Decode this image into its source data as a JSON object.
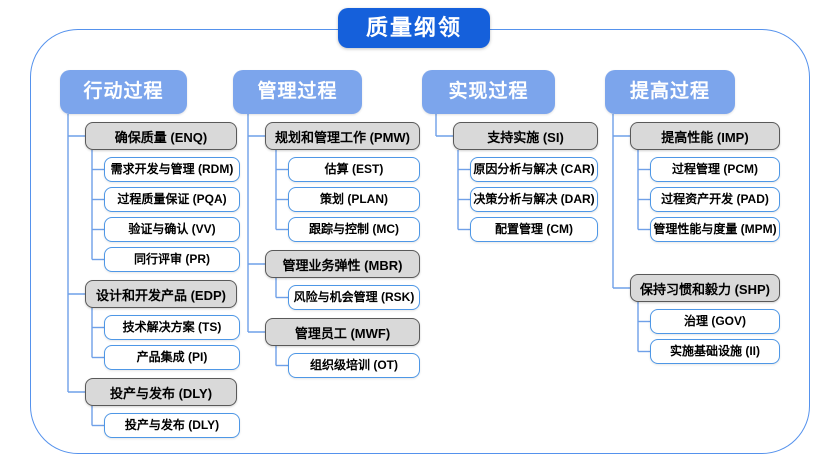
{
  "title": "质量纲领",
  "colors": {
    "title_bg": "#1560DB",
    "header_bg": "#7CA5EC",
    "parent_fill": "#D9D9D9",
    "parent_border": "#595959",
    "child_border": "#4E97E6",
    "connector": "#6FA0E8",
    "frame_border": "#5592ED"
  },
  "columns": [
    {
      "header": "行动过程",
      "groups": [
        {
          "label": "确保质量 (ENQ)",
          "children": [
            "需求开发与管理 (RDM)",
            "过程质量保证 (PQA)",
            "验证与确认 (VV)",
            "同行评审 (PR)"
          ]
        },
        {
          "label": "设计和开发产品 (EDP)",
          "children": [
            "技术解决方案 (TS)",
            "产品集成 (PI)"
          ]
        },
        {
          "label": "投产与发布 (DLY)",
          "children": [
            "投产与发布 (DLY)"
          ]
        }
      ]
    },
    {
      "header": "管理过程",
      "groups": [
        {
          "label": "规划和管理工作 (PMW)",
          "children": [
            "估算 (EST)",
            "策划 (PLAN)",
            "跟踪与控制 (MC)"
          ]
        },
        {
          "label": "管理业务弹性 (MBR)",
          "children": [
            "风险与机会管理 (RSK)"
          ]
        },
        {
          "label": "管理员工 (MWF)",
          "children": [
            "组织级培训 (OT)"
          ]
        }
      ]
    },
    {
      "header": "实现过程",
      "groups": [
        {
          "label": "支持实施 (SI)",
          "children": [
            "原因分析与解决 (CAR)",
            "决策分析与解决 (DAR)",
            "配置管理 (CM)"
          ]
        }
      ]
    },
    {
      "header": "提高过程",
      "groups": [
        {
          "label": "提高性能 (IMP)",
          "children": [
            "过程管理 (PCM)",
            "过程资产开发 (PAD)",
            "管理性能与度量 (MPM)"
          ]
        },
        {
          "label": "保持习惯和毅力 (SHP)",
          "children": [
            "治理 (GOV)",
            "实施基础设施 (II)"
          ]
        }
      ]
    }
  ]
}
